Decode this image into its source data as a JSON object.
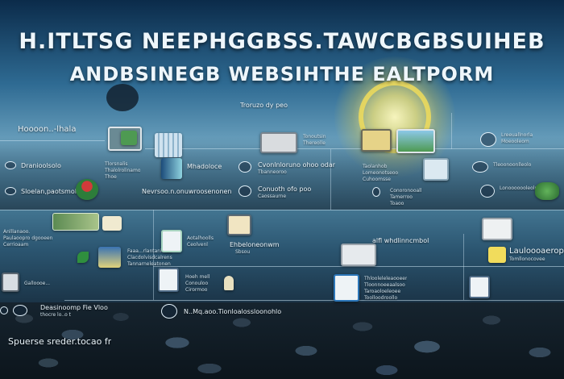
{
  "title": {
    "line1": "H.ITLTSG NEEPHGGBSS.TAWCBGBSUIHEB",
    "line2": "ANDBSINEGB WEBSIHTHE EALTPORM"
  },
  "labels": {
    "top_center": "Troruzo dy peo",
    "left_heading": "Hoooon..-lhala",
    "l_row1": "Dranioolsolo",
    "l_row2": "Sloelan,paotsmolle",
    "l_row3a": "Anlllanaoo.",
    "l_row3b": "Paulaoopro dgooeen",
    "l_row3c": "Cerrioaam",
    "l_row4": "Galloooe...",
    "l_row5a": "Deasinoomp Fie Vloo",
    "l_row5b": "thocre lo..o t",
    "bottom_left": "Spuerse sreder.tocao fr",
    "c1_a": "Tlorsnalis",
    "c1_b": "Thalolrolinamo",
    "c1_c": "Thoe",
    "c_near_plant": "Mhadoloce",
    "c_newso": "Nevrsoo.n.onuwroosenonen",
    "c_mid_a": "Faaa...rlantanl oad",
    "c_mid_b": "Clacdolvisdcalrens",
    "c_mid_c": "Tannarneleatonen",
    "c_mid_d": "Aotalhoolls",
    "c_mid_e": "Ceolvenl",
    "c_cov_a": "Cvonlnloruno ohoo odar",
    "c_cov_b": "Tbanneoroo",
    "c_cov_c": "Conuoth ofo poo",
    "c_cov_d": "Caossaurne",
    "c_mail": "Ehbeloneonwm",
    "c_mail2": "Sbsou",
    "c_lower_a": "Hoeh mell",
    "c_lower_b": "Conouloo",
    "c_lower_c": "Cirormoo",
    "c_bottom": "N..Mq.aoo.Tionloalossloonohlo",
    "r_top_a": "Tonoutsin",
    "r_top_b": "Thereolle",
    "r_tod_a": "Taolanhob",
    "r_tod_b": "Lomeonotseoo",
    "r_tod_c": "Cuhoomsse",
    "r_mid_a": "Conoronooall",
    "r_mid_b": "Tamerroo",
    "r_mid_c": "Toaoo",
    "r_center": "alfl whdlinncmbol",
    "r_right_a": "Lreeuallnorla",
    "r_right_b": "Moeooleom",
    "r_right_c": "Tleoonoonlleolo",
    "r_lower_a": "Lonooooooleolpo",
    "r_lower_b": "Lauloooaeroplanaio",
    "r_lower_c": "Tomllonocovee",
    "r_foot_a": "Thlooleleleaooeer",
    "r_foot_b": "Tloonnoeeaalsoo",
    "r_foot_c": "Taroaoloeleoee",
    "r_foot_d": "Toolloodroollo"
  },
  "colors": {
    "accent_green": "#3aa24a",
    "panel_blue": "#2c76b8",
    "sun": "#f1dc5c"
  }
}
